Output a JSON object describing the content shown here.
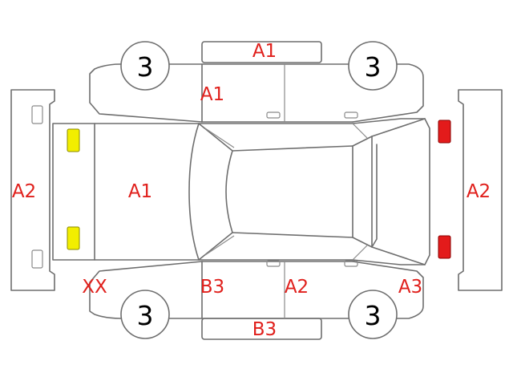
{
  "wheels": {
    "front_left": "3",
    "front_right": "3",
    "rear_left": "3",
    "rear_right": "3"
  },
  "damage_codes": {
    "roof_side_top": "A1",
    "front_left_door": "A1",
    "hood": "A1",
    "front_bumper": "A2",
    "rear_bumper": "A2",
    "front_corner_left": "XX",
    "lower_left_door": "B3",
    "lower_right_door": "A2",
    "rear_corner": "A3",
    "rocker_bottom": "B3"
  },
  "indicators": {
    "front_lamps_color": "#f2ee00",
    "rear_lamps_color": "#e31b1b"
  }
}
